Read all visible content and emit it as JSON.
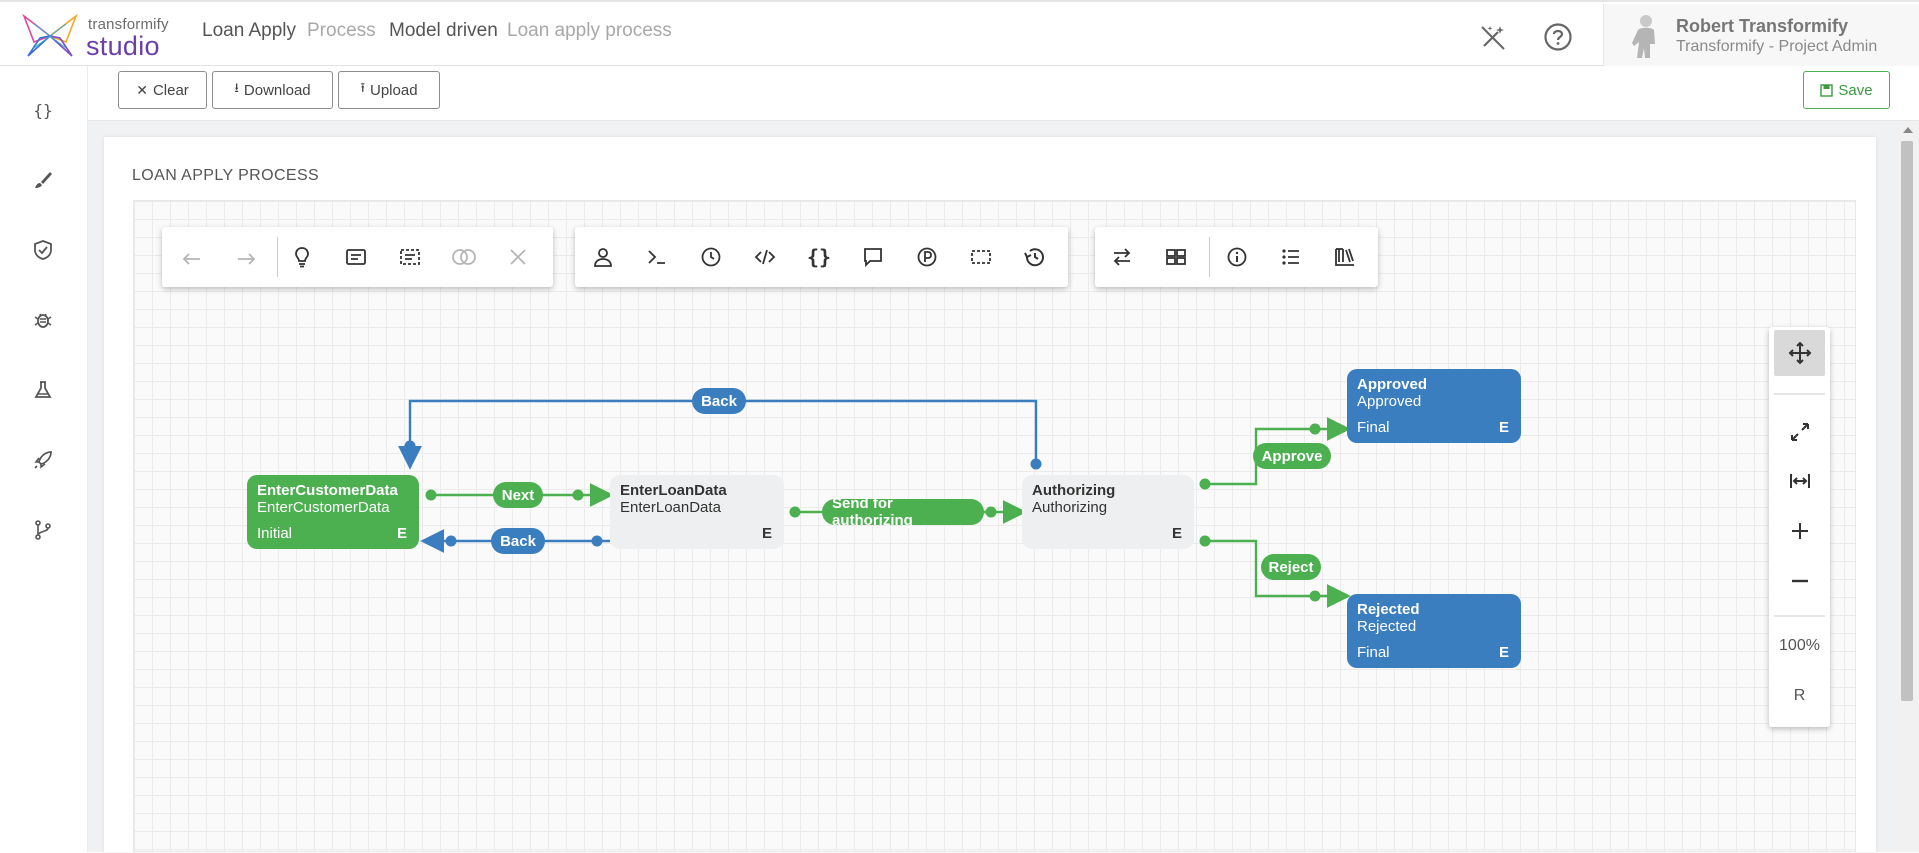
{
  "header": {
    "logo_small": "transformify",
    "logo_big": "studio",
    "breadcrumbs": [
      "Loan Apply",
      "Process",
      "Model driven",
      "Loan apply process"
    ],
    "user_name": "Robert Transformify",
    "user_role": "Transformify - Project Admin",
    "icons": [
      "magic-off-icon",
      "help-icon"
    ]
  },
  "sidebar": {
    "items": [
      "code-braces-icon",
      "brush-icon",
      "shield-check-icon",
      "bug-icon",
      "flask-icon",
      "rocket-icon",
      "source-branch-icon"
    ]
  },
  "toolbar": {
    "clear_label": "Clear",
    "download_label": "Download",
    "upload_label": "Upload",
    "save_label": "Save"
  },
  "card": {
    "title": "LOAN APPLY PROCESS"
  },
  "zoom": {
    "level": "100%",
    "reset_label": "R"
  },
  "nodes": {
    "n1": {
      "title": "EnterCustomerData",
      "sub": "EnterCustomerData",
      "kind": "Initial",
      "badge": "E"
    },
    "n2": {
      "title": "EnterLoanData",
      "sub": "EnterLoanData",
      "kind": "",
      "badge": "E"
    },
    "n3": {
      "title": "Authorizing",
      "sub": "Authorizing",
      "kind": "",
      "badge": "E"
    },
    "n4": {
      "title": "Approved",
      "sub": "Approved",
      "kind": "Final",
      "badge": "E"
    },
    "n5": {
      "title": "Rejected",
      "sub": "Rejected",
      "kind": "Final",
      "badge": "E"
    }
  },
  "transitions": {
    "back_top": "Back",
    "next": "Next",
    "back": "Back",
    "send": "Send for authorizing",
    "approve": "Approve",
    "reject": "Reject"
  },
  "colors": {
    "green": "#4caf50",
    "blue": "#3a7ebf",
    "purple": "#6a3fa8"
  }
}
